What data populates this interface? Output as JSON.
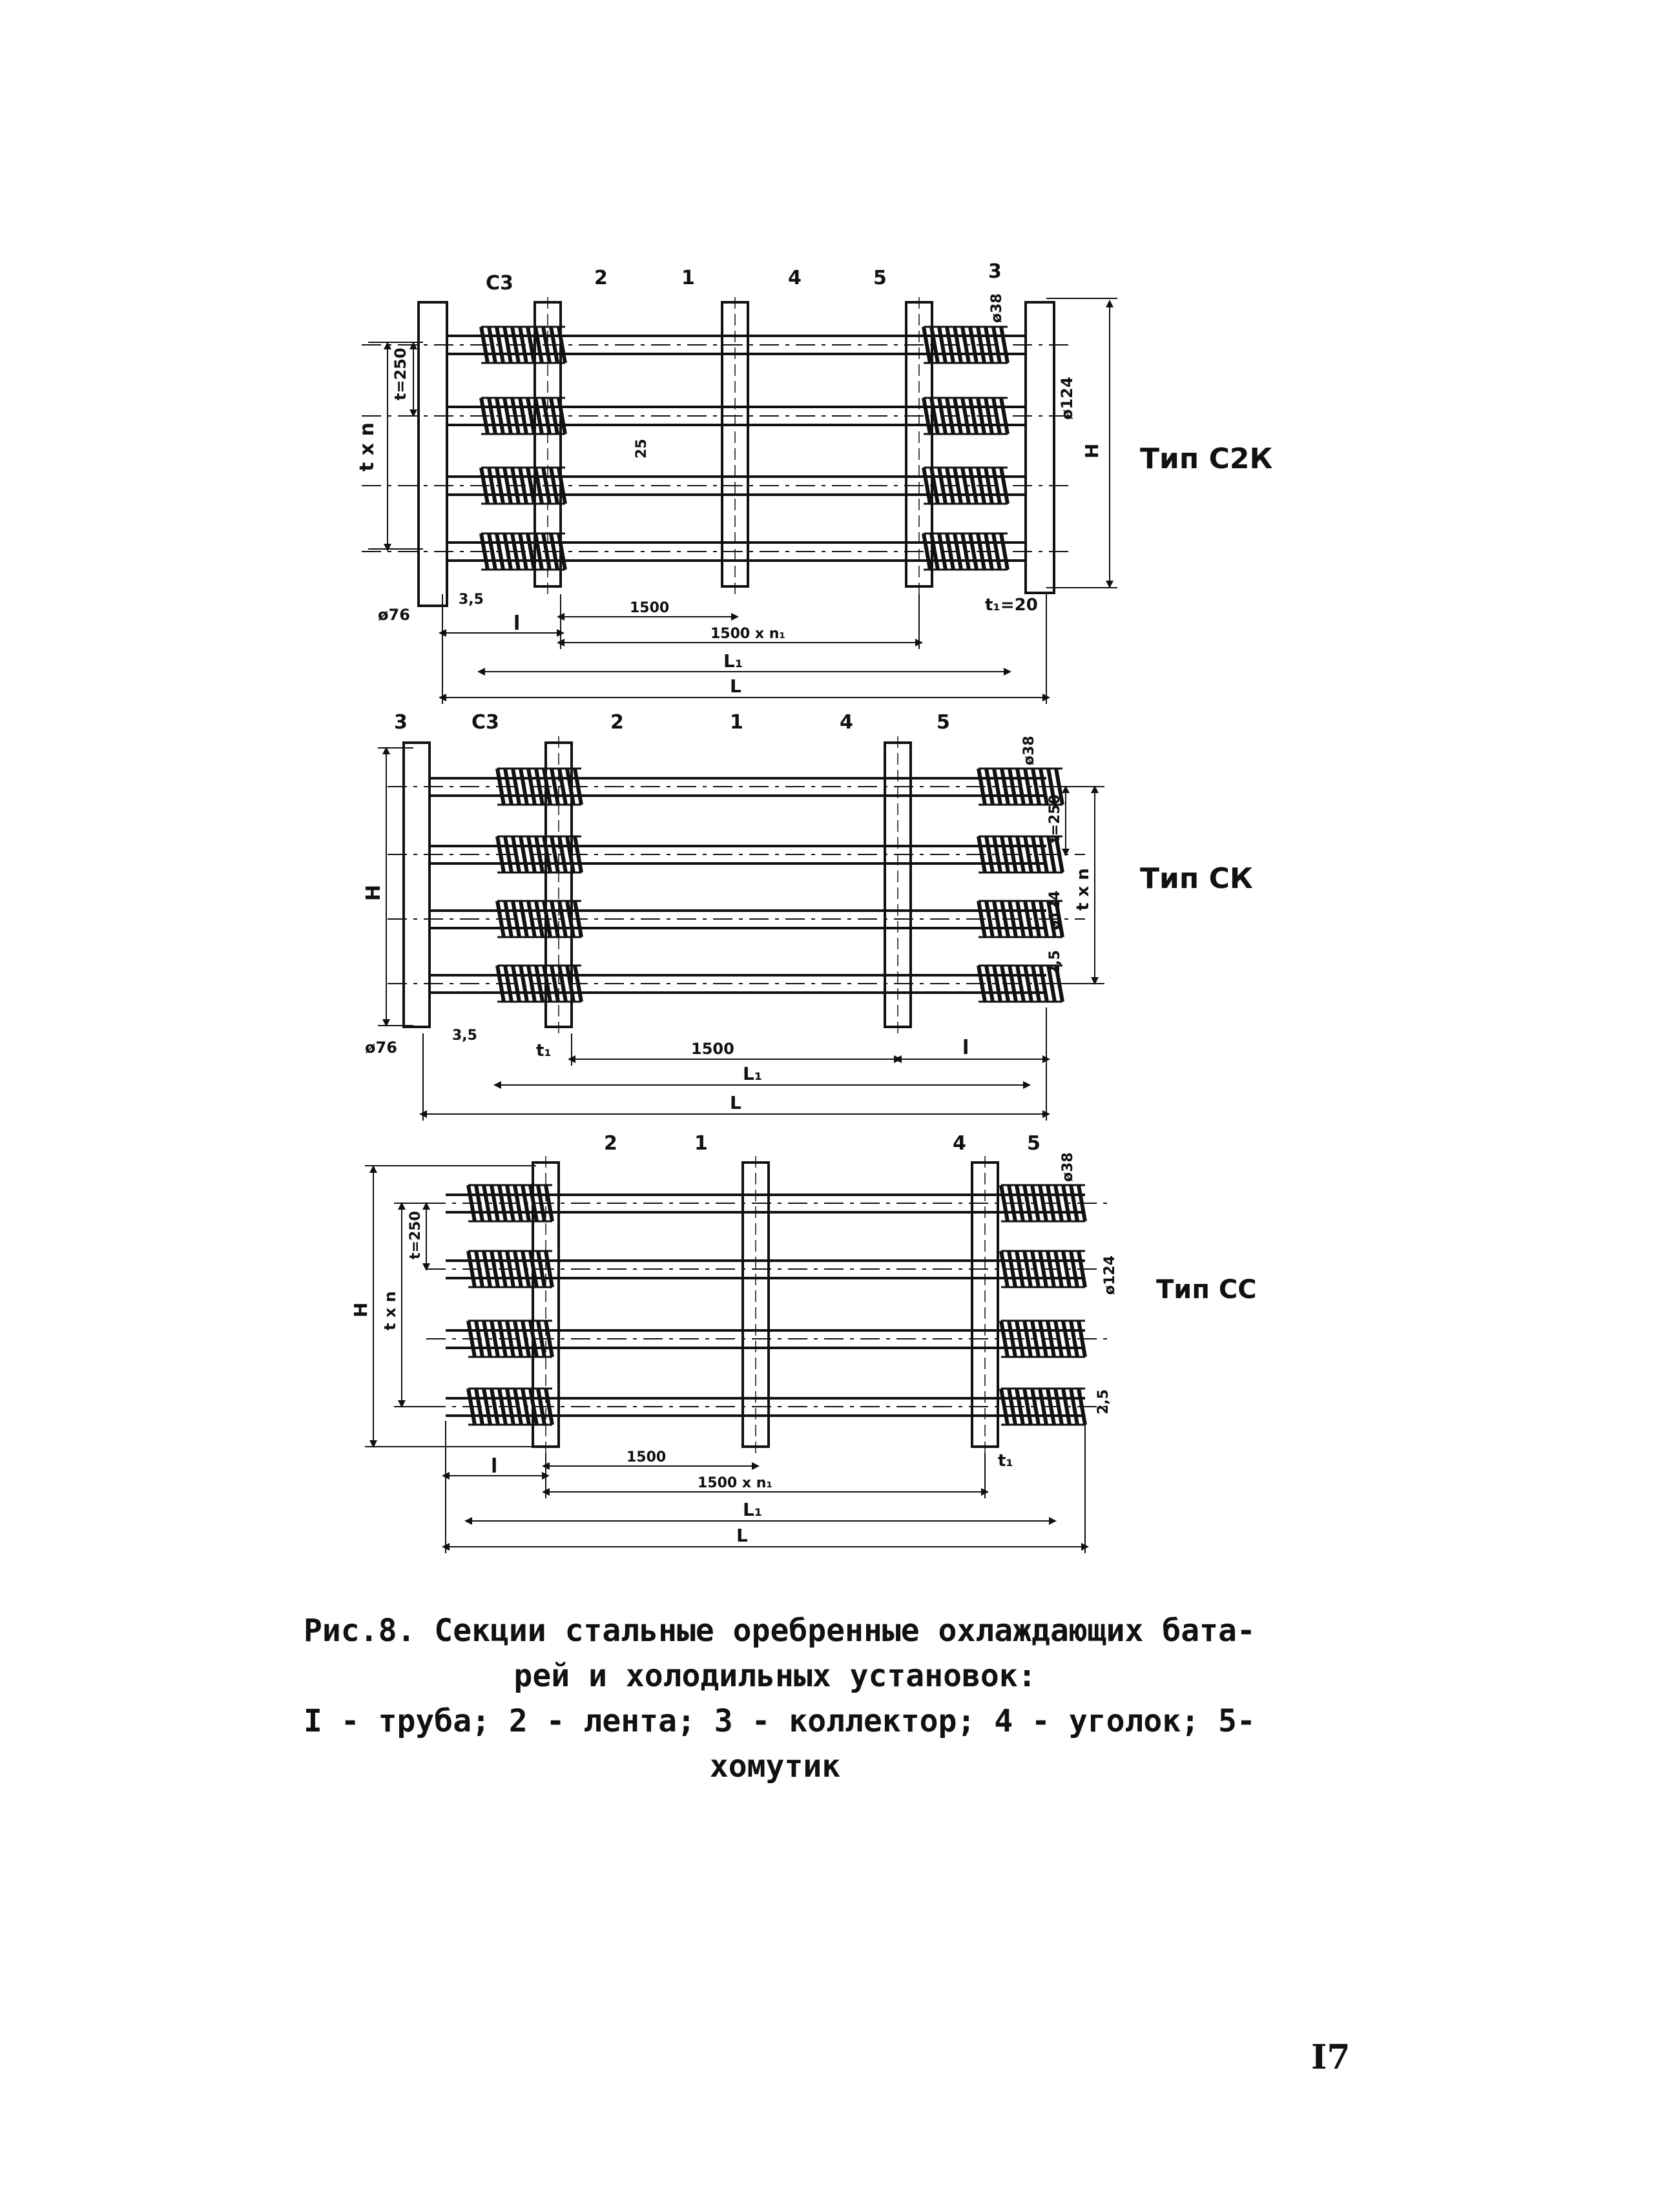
{
  "figures": [
    {
      "type_label": "Тип С2К",
      "callouts": [
        "С3",
        "2",
        "1",
        "4",
        "5",
        "3"
      ],
      "dims": {
        "tn": "t x n",
        "t": "t=250",
        "H": "H",
        "d25": "25",
        "d76": "ø76",
        "d35": "3,5",
        "l": "l",
        "s1500": "1500",
        "s1500n": "1500 x n₁",
        "L1": "L₁",
        "L": "L",
        "t1": "t₁=20",
        "d124": "ø124",
        "d38": "ø38"
      }
    },
    {
      "type_label": "Тип СК",
      "callouts": [
        "3",
        "С3",
        "2",
        "1",
        "4",
        "5"
      ],
      "dims": {
        "H": "H",
        "d76": "ø76",
        "d35": "3,5",
        "t1": "t₁",
        "s1500": "1500",
        "l": "l",
        "L1": "L₁",
        "L": "L",
        "t": "t=250",
        "tn": "t x n",
        "d124": "ø124",
        "d25": "2,5",
        "d38": "ø38"
      }
    },
    {
      "type_label": "Тип СС",
      "callouts": [
        "2",
        "1",
        "4",
        "5"
      ],
      "dims": {
        "H": "H",
        "tn": "t x n",
        "t": "t=250",
        "s1500": "1500",
        "s1500n": "1500 x n₁",
        "l": "l",
        "L1": "L₁",
        "L": "L",
        "t1": "t₁",
        "d124": "ø124",
        "d25": "2,5",
        "d38": "ø38"
      }
    }
  ],
  "caption": {
    "line1": "Рис.8. Секции стальные оребренные охлаждающих бата-",
    "line2": "рей и холодильных установок:",
    "line3": "I - труба; 2 - лента; 3 - коллектор; 4 - уголок; 5-",
    "line4": "хомутик"
  },
  "page_number": "I7"
}
